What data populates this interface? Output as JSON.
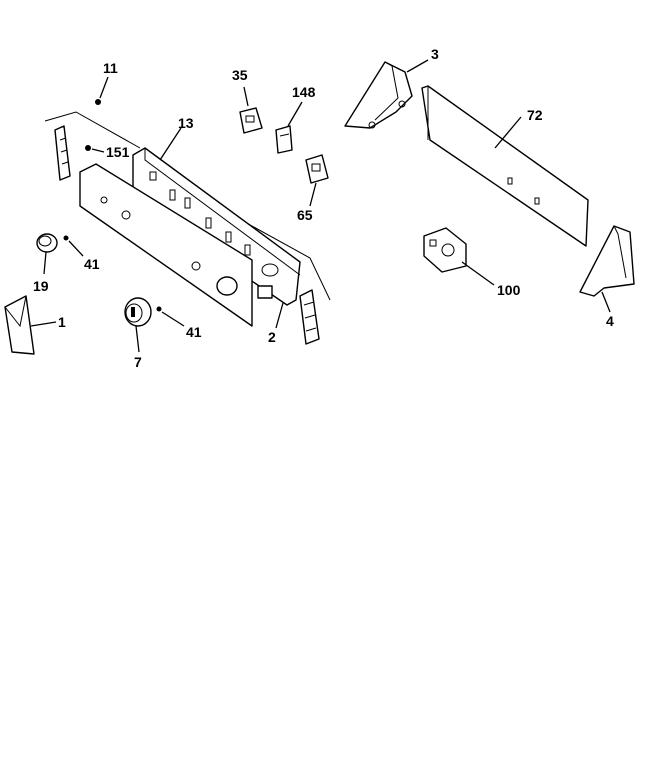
{
  "colors": {
    "ink": "#000000",
    "paper": "#ffffff"
  },
  "callouts": {
    "c1": "1",
    "c2": "2",
    "c3": "3",
    "c4": "4",
    "c7": "7",
    "c11": "11",
    "c13": "13",
    "c19": "19",
    "c35": "35",
    "c41a": "41",
    "c41b": "41",
    "c65": "65",
    "c72": "72",
    "c100": "100",
    "c148": "148",
    "c151": "151"
  }
}
